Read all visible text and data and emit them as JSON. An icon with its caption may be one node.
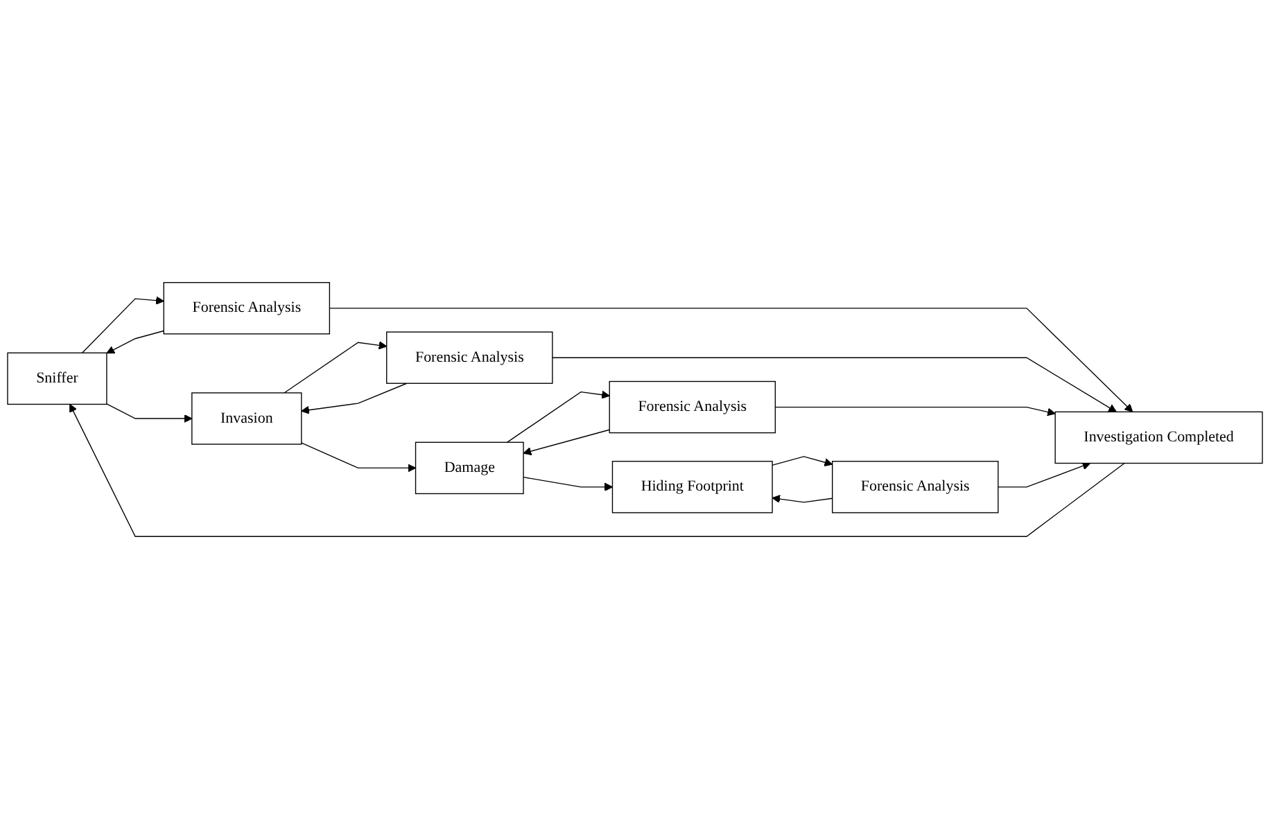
{
  "diagram": {
    "nodes": [
      {
        "text": [
          "Sniffer"
        ]
      },
      {
        "text": [
          "Forensic Analysis"
        ]
      },
      {
        "text": [
          "Invasion"
        ]
      },
      {
        "text": [
          "Forensic Analysis"
        ]
      },
      {
        "text": [
          "Damage"
        ]
      },
      {
        "text": [
          "Forensic Analysis"
        ]
      },
      {
        "text": [
          "Hiding Footprint"
        ]
      },
      {
        "text": [
          "Forensic Analysis"
        ]
      },
      {
        "text": [
          "Investigation Completed"
        ]
      }
    ],
    "edges": [
      {
        "from": 0,
        "to": 2,
        "arrow": "to"
      },
      {
        "from": 2,
        "to": 4,
        "arrow": "to"
      },
      {
        "from": 4,
        "to": 6,
        "arrow": "to"
      },
      {
        "from": 0,
        "to": 1,
        "arrow": "to"
      },
      {
        "from": 1,
        "to": 0,
        "arrow": "to"
      },
      {
        "from": 2,
        "to": 3,
        "arrow": "to"
      },
      {
        "from": 3,
        "to": 2,
        "arrow": "to"
      },
      {
        "from": 4,
        "to": 5,
        "arrow": "to"
      },
      {
        "from": 5,
        "to": 4,
        "arrow": "to"
      },
      {
        "from": 6,
        "to": 7,
        "arrow": "to"
      },
      {
        "from": 7,
        "to": 6,
        "arrow": "to"
      },
      {
        "from": 1,
        "to": 8,
        "arrow": "to"
      },
      {
        "from": 3,
        "to": 8,
        "arrow": "to"
      },
      {
        "from": 5,
        "to": 8,
        "arrow": "to"
      },
      {
        "from": 7,
        "to": 8,
        "arrow": "to"
      },
      {
        "from": 8,
        "to": 0,
        "arrow": "to"
      }
    ]
  }
}
